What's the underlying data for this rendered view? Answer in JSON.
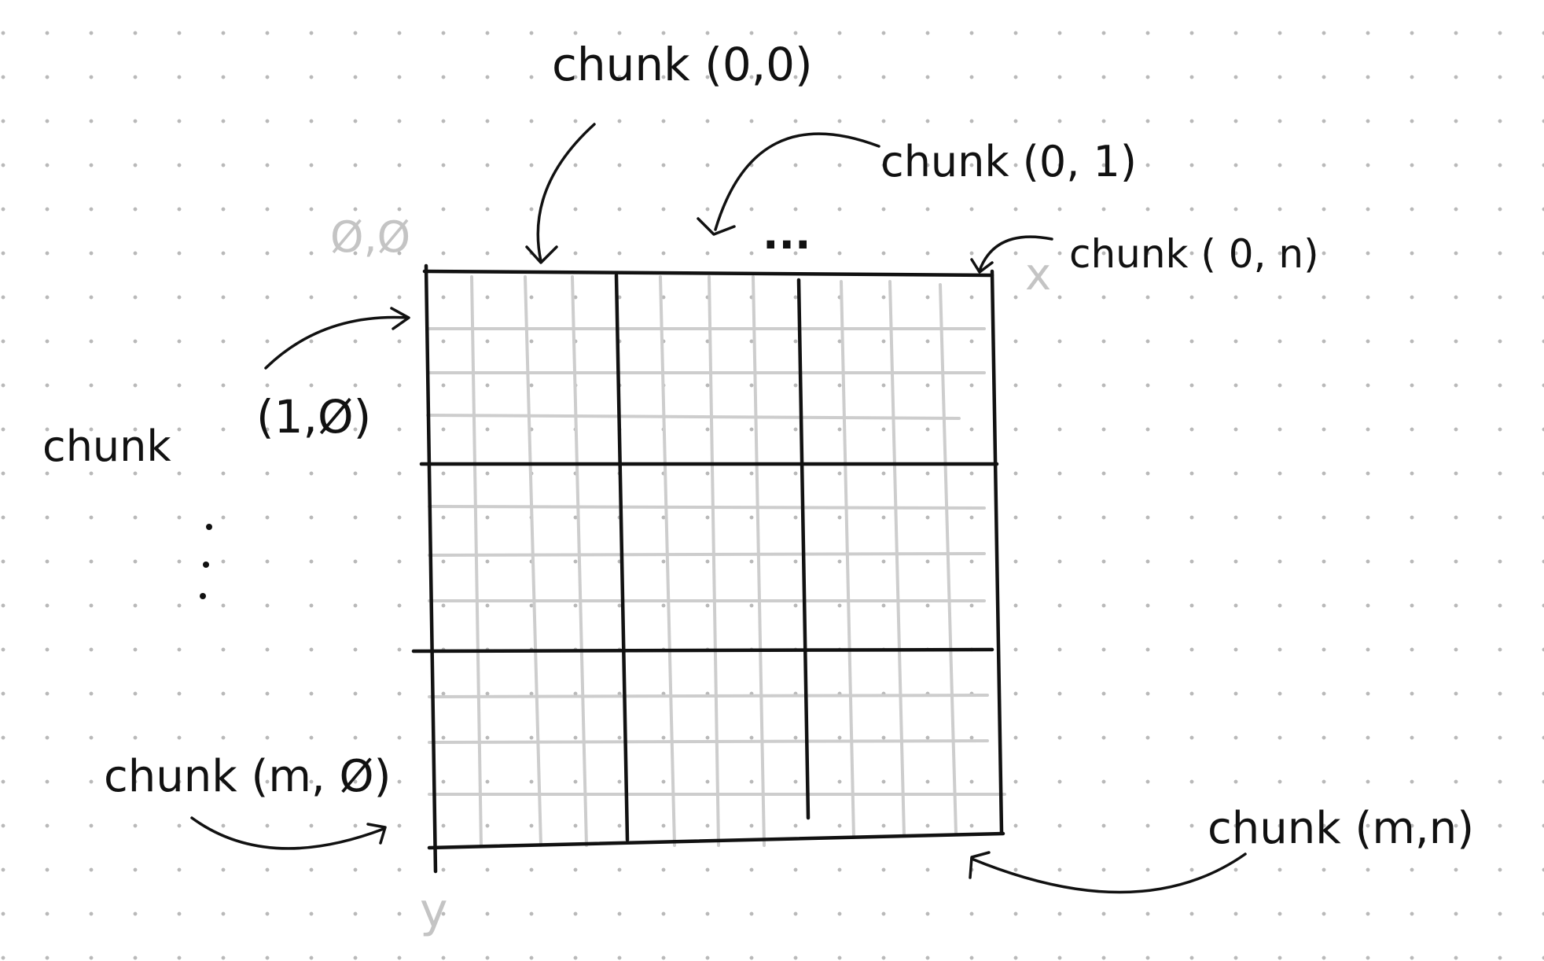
{
  "labels": {
    "chunk_0_0": "chunk (0,0)",
    "chunk_0_1": "chunk (0, 1)",
    "chunk_0_n": "chunk ( 0, n)",
    "chunk_1_0_word": "chunk",
    "chunk_1_0_coord": "(1,Ø)",
    "chunk_m_0": "chunk (m, Ø)",
    "chunk_m_n": "chunk (m,n)",
    "ellipsis": "...",
    "vertical_ellipsis": "⋮",
    "origin": "Ø,Ø",
    "x_axis": "x",
    "y_axis": "y"
  },
  "grid": {
    "chunk_rows": 3,
    "chunk_cols": 3,
    "cells_per_chunk": 4
  },
  "colors": {
    "ink": "#111111",
    "sub_grid": "#cdcdcd",
    "axis_label": "#c4c4c4",
    "paper_dots": "#b9b9b9"
  }
}
